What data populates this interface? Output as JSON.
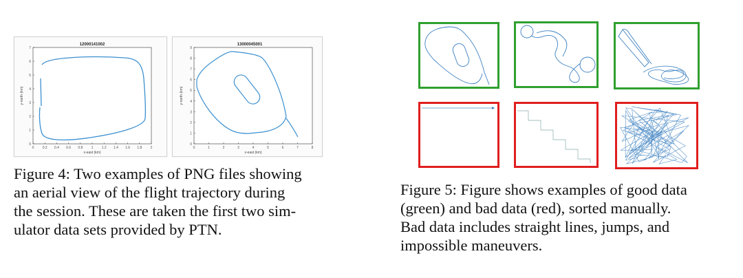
{
  "figure4": {
    "plot_a": {
      "title": "12000141002",
      "xlabel": "x-east (km)",
      "ylabel": "y-north (km)",
      "x_ticks": [
        "0",
        "0.2",
        "0.4",
        "0.6",
        "0.8",
        "1",
        "1.2",
        "1.4",
        "1.6",
        "1.8",
        "2"
      ],
      "y_ticks": [
        "0",
        "1",
        "2",
        "3",
        "4",
        "5",
        "6",
        "7"
      ]
    },
    "plot_b": {
      "title": "13000045001",
      "xlabel": "x-east (km)",
      "ylabel": "y-north (km)",
      "x_ticks": [
        "0",
        "1",
        "2",
        "3",
        "4",
        "5",
        "6",
        "7",
        "8"
      ],
      "y_ticks": [
        "0",
        "1",
        "2",
        "3",
        "4",
        "5",
        "6",
        "7",
        "8",
        "9"
      ]
    },
    "caption_lines": [
      "Figure 4: Two examples of PNG files showing",
      "an aerial view of the flight trajectory during",
      "the session. These are taken the first two sim-",
      "ulator data sets provided by PTN."
    ]
  },
  "figure5": {
    "good_color": "#2ea02e",
    "bad_color": "#e01e1e",
    "trace_color": "#3a7fc0",
    "caption_lines": [
      "Figure 5: Figure shows examples of good data",
      "(green) and bad data (red), sorted manually.",
      "Bad data includes straight lines, jumps, and",
      "impossible maneuvers."
    ]
  }
}
